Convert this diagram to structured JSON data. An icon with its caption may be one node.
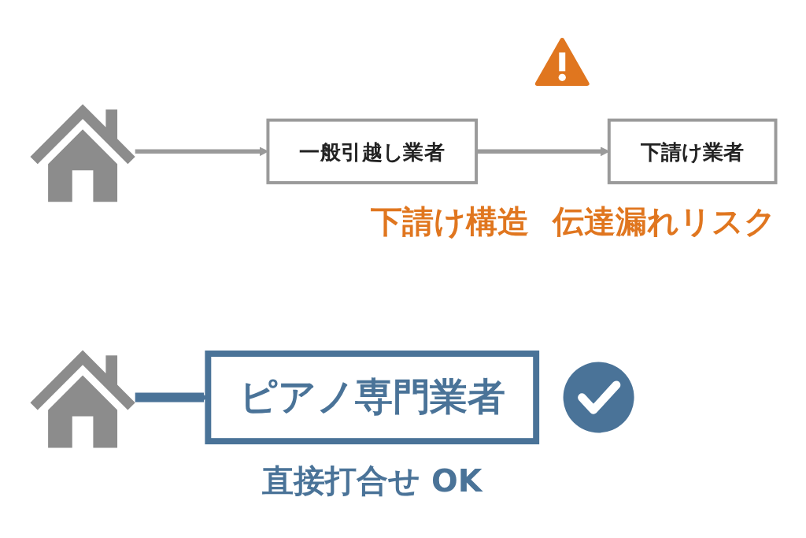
{
  "diagram": {
    "nodes": [
      {
        "text": [],
        "shape": "picture"
      },
      {
        "text": [
          "一般引越し業者"
        ]
      },
      {
        "text": [
          "下請け業者"
        ]
      },
      {
        "text": [],
        "shape": "picture"
      },
      {
        "text": [
          "ピアノ専門業者"
        ],
        "beside": [
          "直接打合せ OK"
        ]
      }
    ],
    "edges": [
      {
        "from": 0,
        "to": 1,
        "arrow": "to"
      },
      {
        "from": 1,
        "to": 2,
        "arrow": "to"
      },
      {
        "from": 3,
        "to": 4,
        "arrow": "to",
        "style": "thick",
        "color": "#4a7398"
      }
    ],
    "labels": [
      "下請け構造",
      "伝達漏れリスク"
    ]
  }
}
